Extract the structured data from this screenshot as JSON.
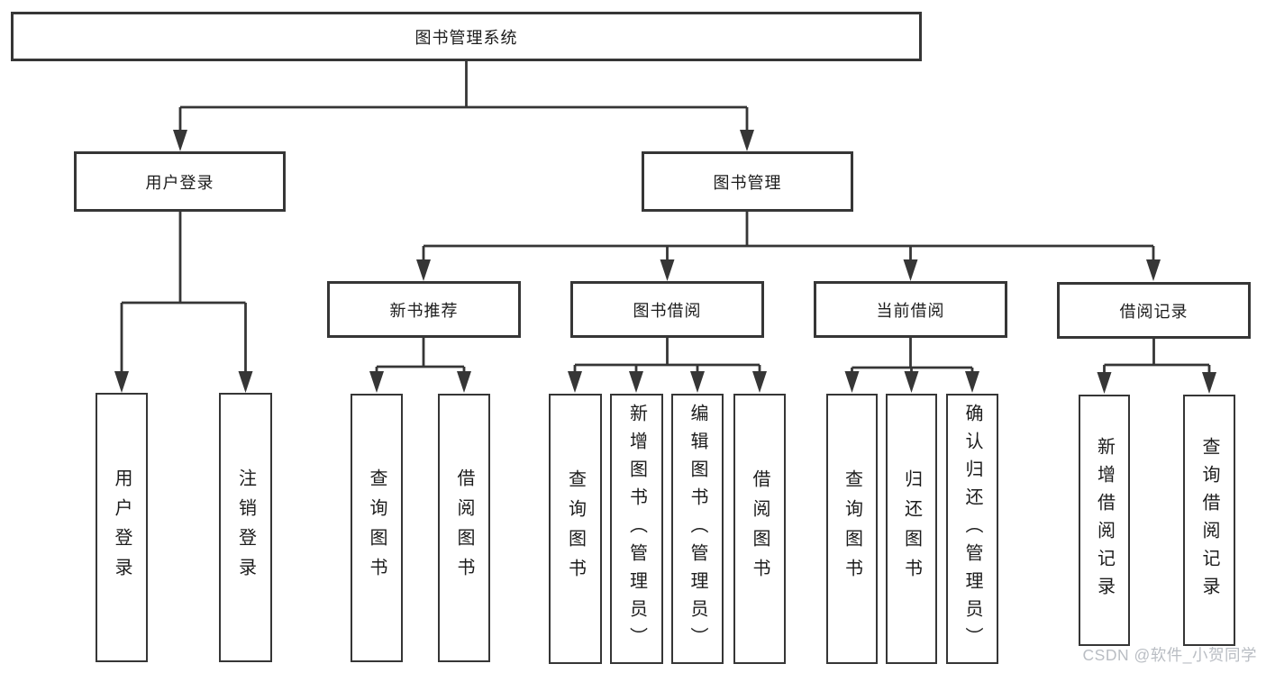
{
  "diagram": {
    "root": {
      "label": "图书管理系统"
    },
    "level1": [
      {
        "label": "用户登录"
      },
      {
        "label": "图书管理"
      }
    ],
    "level2": [
      {
        "label": "新书推荐"
      },
      {
        "label": "图书借阅"
      },
      {
        "label": "当前借阅"
      },
      {
        "label": "借阅记录"
      }
    ],
    "leaves": {
      "user_login": [
        {
          "label": "用户登录"
        },
        {
          "label": "注销登录"
        }
      ],
      "new_book": [
        {
          "label": "查询图书"
        },
        {
          "label": "借阅图书"
        }
      ],
      "book_borrow": [
        {
          "label": "查询图书"
        },
        {
          "label": "新增图书（管理员）"
        },
        {
          "label": "编辑图书（管理员）"
        },
        {
          "label": "借阅图书"
        }
      ],
      "current_borrow": [
        {
          "label": "查询图书"
        },
        {
          "label": "归还图书"
        },
        {
          "label": "确认归还（管理员）"
        }
      ],
      "borrow_records": [
        {
          "label": "新增借阅记录"
        },
        {
          "label": "查询借阅记录"
        }
      ]
    }
  },
  "watermark": {
    "text": "CSDN @软件_小贺同学"
  },
  "colors": {
    "line": "#363636",
    "text": "#1c1c1c",
    "watermark": "#b9bdc3",
    "background": "#ffffff"
  }
}
